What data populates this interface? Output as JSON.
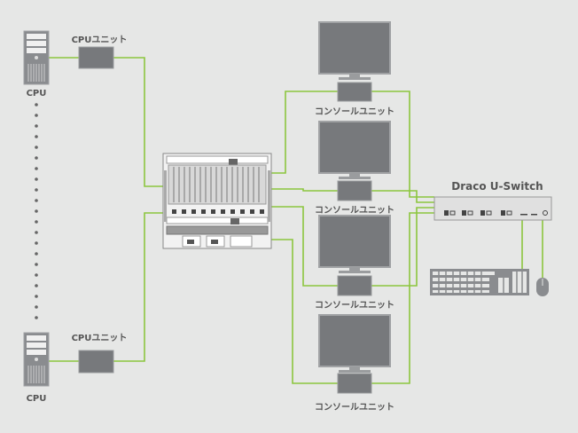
{
  "cpus": [
    {
      "label": "CPU",
      "unit_label": "CPUユニット"
    },
    {
      "label": "CPU",
      "unit_label": "CPUユニット"
    }
  ],
  "consoles": [
    {
      "label": "コンソールユニット"
    },
    {
      "label": "コンソールユニット"
    },
    {
      "label": "コンソールユニット"
    },
    {
      "label": "コンソールユニット"
    }
  ],
  "switch": {
    "title": "Draco U-Switch"
  },
  "colors": {
    "background": "#e6e7e6",
    "wire": "#8cc63e",
    "device": "#77797c"
  }
}
